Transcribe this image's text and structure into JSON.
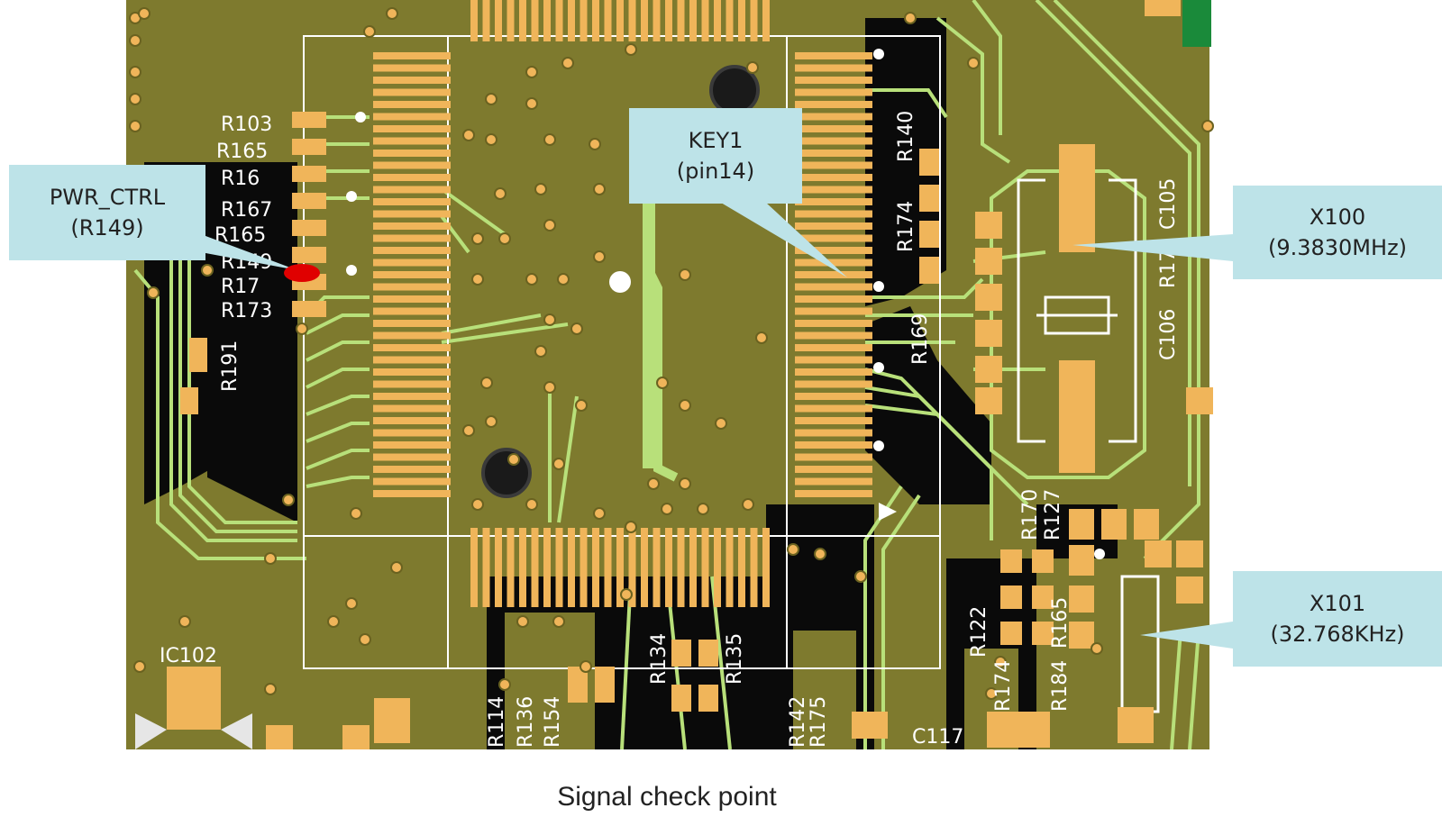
{
  "figure": {
    "caption": "Signal check point",
    "callouts": [
      {
        "id": "pwr-ctrl",
        "line1": "PWR_CTRL",
        "line2": "(R149)"
      },
      {
        "id": "key1",
        "line1": "KEY1",
        "line2": "(pin14)"
      },
      {
        "id": "x100",
        "line1": "X100",
        "line2": "(9.3830MHz)"
      },
      {
        "id": "x101",
        "line1": "X101",
        "line2": "(32.768KHz)"
      }
    ],
    "silkscreen": [
      "R103",
      "R165",
      "R16",
      "R167",
      "R165",
      "R149",
      "R17",
      "R173",
      "R191",
      "IC102",
      "R114",
      "R136",
      "R154",
      "R134",
      "R135",
      "R142",
      "R175",
      "C117",
      "R140",
      "R174",
      "R169",
      "C105",
      "R17",
      "C106",
      "R122",
      "R174",
      "R184",
      "R170",
      "R127",
      "R165"
    ],
    "colors": {
      "board": "#7e7a2e",
      "pads": "#f0b55a",
      "traces": "#b8e07a",
      "void": "#0a0a0a",
      "callout": "#bde3e8",
      "marker": "#e00000"
    }
  }
}
